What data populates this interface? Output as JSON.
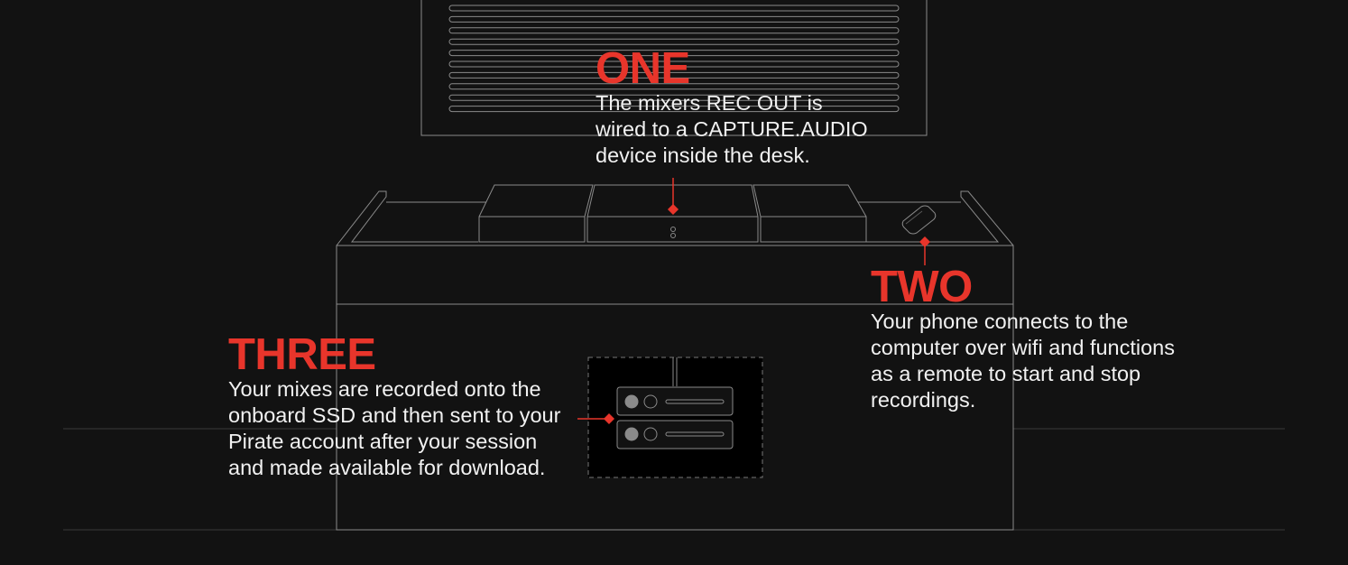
{
  "colors": {
    "background": "#121212",
    "accent": "#e8352b",
    "line": "#8a8a8a",
    "text": "#f1f1f1"
  },
  "callouts": {
    "one": {
      "heading": "ONE",
      "body": "The mixers REC OUT is\nwired to a CAPTURE.AUDIO\ndevice inside the desk."
    },
    "two": {
      "heading": "TWO",
      "body": "Your phone connects to the\ncomputer over wifi and functions\nas a remote to start and stop\nrecordings."
    },
    "three": {
      "heading": "THREE",
      "body": "Your mixes are recorded onto the\nonboard SSD and then sent to your\nPirate account after your session\nand made available for download."
    }
  },
  "icons": {
    "phone": "phone-icon",
    "ssd": "ssd-drive-icon",
    "mixer": "mixer-grille-icon",
    "capture": "capture-audio-device-icon"
  }
}
